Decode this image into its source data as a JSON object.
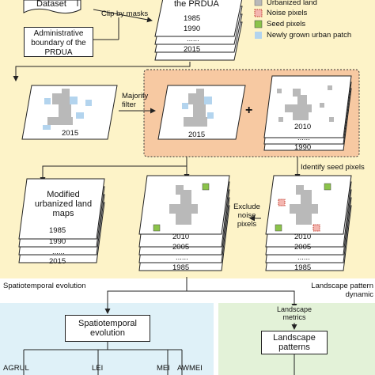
{
  "top": {
    "dataset_label": "Dataset",
    "clip_label": "Clip by masks",
    "prdua_title": "the PRDUA",
    "prdua_years": [
      "1985",
      "1990",
      "......",
      "2015"
    ],
    "admin_label": "Administrative boundary of the PRDUA"
  },
  "legend": {
    "items": [
      {
        "label": "Urbanized land",
        "color": "#b9b9b9"
      },
      {
        "label": "Noise pixels",
        "color": "#c0392b"
      },
      {
        "label": "Seed pixels",
        "color": "#8bc34a"
      },
      {
        "label": "Newly grown urban patch",
        "color": "#b3d4ee"
      }
    ]
  },
  "filter": {
    "year_left": "2015",
    "majority_label": "Majority filter",
    "year_center": "2015",
    "plus": "+",
    "stack_years": [
      "2010",
      "......",
      "1990"
    ],
    "identify_label": "Identify seed pixels"
  },
  "bottom_row": {
    "modified_label": "Modified urbanized land maps",
    "modified_years": [
      "1985",
      "1990",
      "......",
      "2015"
    ],
    "exclude_label": "Exclude noise pixels",
    "center_years": [
      "2010",
      "2005",
      "......",
      "1985"
    ],
    "right_years": [
      "2010",
      "2005",
      "......",
      "1985"
    ]
  },
  "sections": {
    "left_title": "Spatiotemporal evolution",
    "right_title": "Landscape pattern dynamic",
    "evolution_box": "Spatiotemporal evolution",
    "landscape_metrics": "Landscape metrics",
    "patterns_box": "Landscape patterns",
    "indices": [
      "AGRUL",
      "LEI",
      "MEI",
      "AWMEI"
    ]
  },
  "colors": {
    "yellow_bg": "#fdf3c8",
    "orange_bg": "#f7c9a2",
    "blue_bg": "#dff1f8",
    "green_bg": "#e3f2d8"
  }
}
